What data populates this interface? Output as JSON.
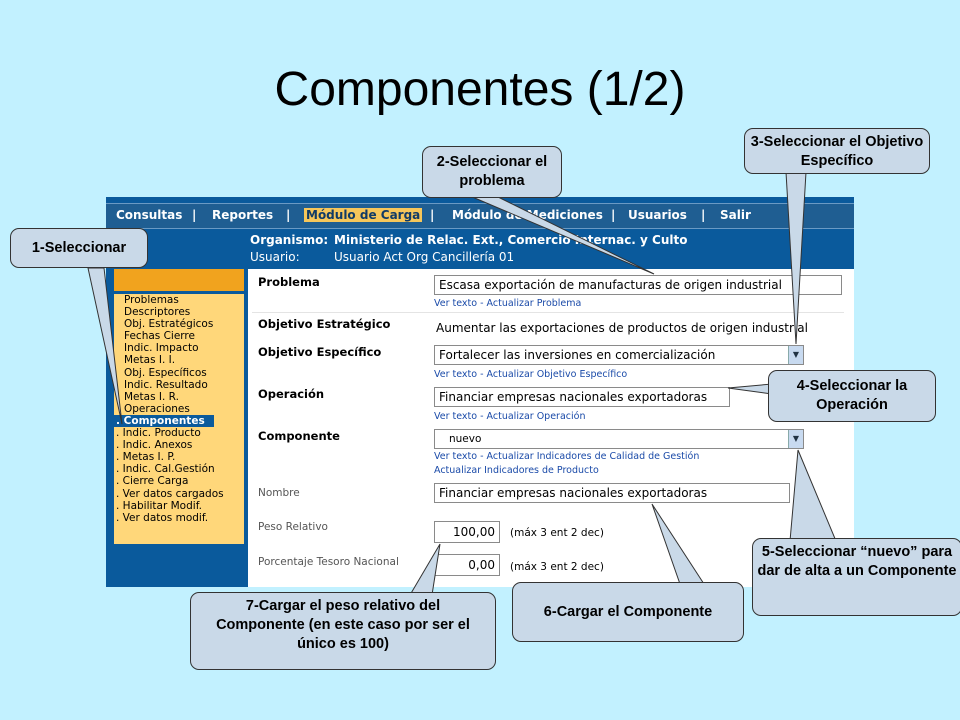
{
  "slide": {
    "title": "Componentes (1/2)"
  },
  "menu": {
    "items": [
      "Consultas",
      "Reportes",
      "Módulo de Carga",
      "Módulo de Mediciones",
      "Usuarios",
      "Salir"
    ],
    "separator": "|"
  },
  "info": {
    "organismo_label": "Organismo:",
    "organismo_value": "Ministerio de Relac. Ext., Comercio Internac. y Culto",
    "usuario_label": "Usuario:",
    "usuario_value": "Usuario Act Org Cancillería 01"
  },
  "sidebar": {
    "items": [
      "Problemas",
      "Descriptores",
      "Obj. Estratégicos",
      "Fechas Cierre",
      "Indic. Impacto",
      "Metas I. I.",
      "Obj. Específicos",
      "Indic. Resultado",
      "Metas I. R.",
      "Operaciones",
      ". Componentes",
      ". Indic. Producto",
      ". Indic. Anexos",
      ". Metas I. P.",
      ". Indic. Cal.Gestión",
      ". Cierre Carga",
      ". Ver datos cargados",
      ". Habilitar Modif.",
      ". Ver datos modif."
    ],
    "selected": ". Componentes"
  },
  "form": {
    "problema": {
      "label": "Problema",
      "value": "Escasa exportación de manufacturas de origen industrial",
      "link": "Ver texto - Actualizar Problema"
    },
    "objetivo_estrategico": {
      "label": "Objetivo Estratégico",
      "value": "Aumentar las exportaciones de productos de origen industrial"
    },
    "objetivo_especifico": {
      "label": "Objetivo Específico",
      "value": "Fortalecer las inversiones en comercialización",
      "link": "Ver texto - Actualizar Objetivo Específico"
    },
    "operacion": {
      "label": "Operación",
      "value": "Financiar empresas nacionales exportadoras",
      "link": "Ver texto - Actualizar Operación"
    },
    "componente": {
      "label": "Componente",
      "value": "nuevo",
      "link1": "Ver texto - Actualizar Indicadores de Calidad de Gestión",
      "link2": "Actualizar Indicadores de Producto"
    },
    "nombre": {
      "label": "Nombre",
      "value": "Financiar empresas nacionales exportadoras"
    },
    "peso_relativo": {
      "label": "Peso Relativo",
      "value": "100,00",
      "note": "(máx 3 ent 2 dec)"
    },
    "porcentaje_tesoro": {
      "label": "Porcentaje Tesoro Nacional",
      "value": "0,00",
      "note": "(máx 3 ent 2 dec)"
    }
  },
  "callouts": {
    "c1": "1-Seleccionar",
    "c2": "2-Seleccionar el problema",
    "c3": "3-Seleccionar el Objetivo Específico",
    "c4": "4-Seleccionar la Operación",
    "c5": "5-Seleccionar “nuevo” para dar de alta a un Componente",
    "c6": "6-Cargar el Componente",
    "c7": "7-Cargar el peso relativo del Componente (en este caso por ser el único es 100)"
  },
  "colors": {
    "background": "#c2f1ff",
    "app_blue": "#0a5a9c",
    "sidebar_bg": "#ffd77a",
    "callout_bg": "#c9d9e8"
  }
}
